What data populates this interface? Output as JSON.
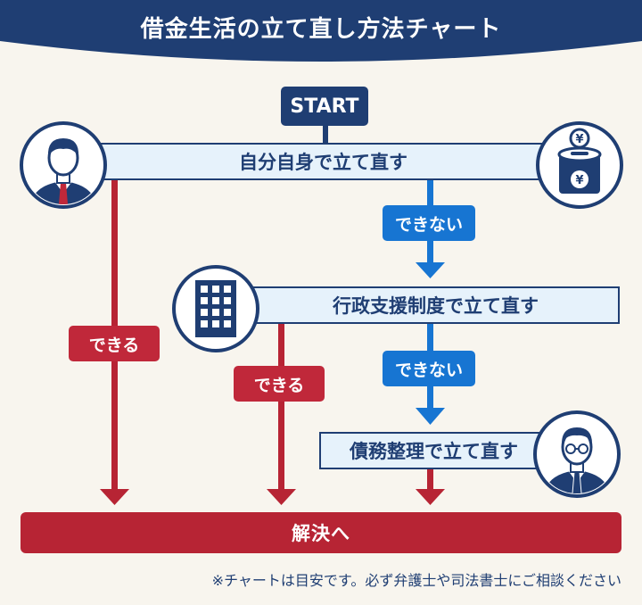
{
  "header": {
    "title": "借金生活の立て直し方法チャート"
  },
  "flow": {
    "start": "START",
    "step1": "自分自身で立て直す",
    "step2": "行政支援制度で立て直す",
    "step3": "債務整理で立て直す",
    "cannot_label": "できない",
    "can_label": "できる",
    "result": "解決へ"
  },
  "icons": {
    "person1": "businessman-icon",
    "savings": "yen-savings-icon",
    "building": "government-building-icon",
    "person2": "lawyer-icon"
  },
  "colors": {
    "navy": "#1f3e73",
    "blue": "#1775d2",
    "red": "#b72434",
    "box_fill": "#e6f2fb",
    "background": "#f8f5ee"
  },
  "footer": {
    "note": "※チャートは目安です。必ず弁護士や司法書士にご相談ください"
  }
}
